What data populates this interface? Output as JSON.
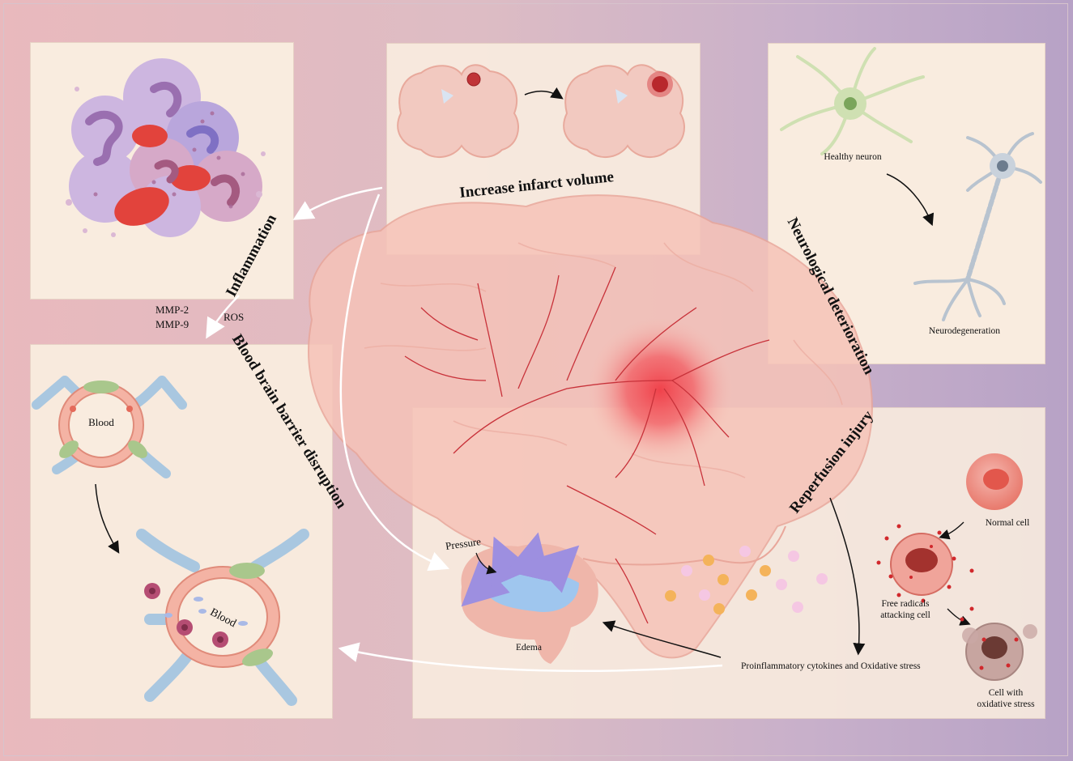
{
  "labels": {
    "increase_infarct_volume": "Increase infarct volume",
    "inflammation": "Inflammation",
    "blood_brain_barrier_disruption": "Blood brain barrier disruption",
    "neurological_deterioration": "Neurological deterioration",
    "reperfusion_injury": "Reperfusion injury",
    "mmp2": "MMP-2",
    "mmp9": "MMP-9",
    "ros": "ROS",
    "blood_top": "Blood",
    "blood_bottom": "Blood",
    "healthy_neuron": "Healthy neuron",
    "neurodegeneration": "Neurodegeneration",
    "pressure": "Pressure",
    "edema": "Edema",
    "normal_cell": "Normal cell",
    "free_radicals_line1": "Free radicals",
    "free_radicals_line2": "attacking cell",
    "oxidative_line1": "Cell with",
    "oxidative_line2": "oxidative stress",
    "proinflammatory": "Proinflammatory cytokines and Oxidative stress"
  },
  "colors": {
    "panel": "#f9ecdf",
    "brain": "#f6c3b8",
    "vessel": "#c8323a",
    "hotspot": "#f0424b",
    "astrocyte": "#a9c7e0",
    "pericyte": "#a9c78c",
    "endothelium": "#f4b3a4",
    "arrow_black": "#111111",
    "arrow_white": "#ffffff"
  }
}
